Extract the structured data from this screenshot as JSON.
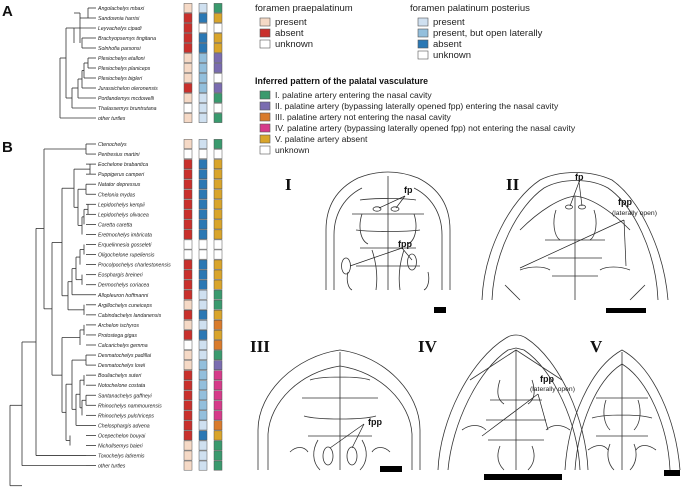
{
  "panels": {
    "a": "A",
    "b": "B"
  },
  "colors": {
    "present": "#f5d9c6",
    "absent": "#c9302c",
    "unknown": "#ffffff",
    "fpp_present": "#cfe0f0",
    "fpp_open": "#93bfdc",
    "fpp_absent": "#2b78b4",
    "v1": "#3a9a6e",
    "v2": "#7a6cb0",
    "v3": "#d97b2b",
    "v4": "#d63a8a",
    "v5": "#d9a52b"
  },
  "legend": {
    "fpa_title": "foramen praepalatinum",
    "fpa_items": [
      {
        "label": "present",
        "color": "present"
      },
      {
        "label": "absent",
        "color": "absent"
      },
      {
        "label": "unknown",
        "color": "unknown"
      }
    ],
    "fpp_title": "foramen palatinum posterius",
    "fpp_items": [
      {
        "label": "present",
        "color": "fpp_present"
      },
      {
        "label": "present, but open laterally",
        "color": "fpp_open"
      },
      {
        "label": "absent",
        "color": "fpp_absent"
      },
      {
        "label": "unknown",
        "color": "unknown"
      }
    ],
    "vasc_title": "Inferred pattern of the palatal vasculature",
    "vasc_items": [
      {
        "label": "I. palatine artery entering the nasal cavity",
        "color": "v1"
      },
      {
        "label": "II. palatine artery (bypassing laterally opened fpp) entering the nasal cavity",
        "color": "v2"
      },
      {
        "label": "III. palatine artery not entering the nasal cavity",
        "color": "v3"
      },
      {
        "label": "IV. palatine artery (bypassing laterally opened fpp) not entering the nasal cavity",
        "color": "v4"
      },
      {
        "label": "V. palatine artery absent",
        "color": "v5"
      },
      {
        "label": "unknown",
        "color": "unknown"
      }
    ]
  },
  "taxa_a": [
    {
      "name": "Angolachelys mbaxi",
      "c": [
        "present",
        "fpp_present",
        "v1"
      ]
    },
    {
      "name": "Sandownia harrisi",
      "c": [
        "absent",
        "fpp_absent",
        "v5"
      ]
    },
    {
      "name": "Leyvachelys cipadi",
      "c": [
        "absent",
        "unknown",
        "unknown"
      ]
    },
    {
      "name": "Brachyopsemys tingitana",
      "c": [
        "absent",
        "fpp_absent",
        "v5"
      ]
    },
    {
      "name": "Solnhofia parsonsi",
      "c": [
        "absent",
        "fpp_absent",
        "v5"
      ]
    },
    {
      "name": "Plesiochelys etalloni",
      "c": [
        "present",
        "fpp_open",
        "v2"
      ]
    },
    {
      "name": "Plesiochelys planiceps",
      "c": [
        "present",
        "fpp_open",
        "v2"
      ]
    },
    {
      "name": "Plesiochelys bigleri",
      "c": [
        "present",
        "fpp_open",
        "unknown"
      ]
    },
    {
      "name": "Jurassichelon oleronensis",
      "c": [
        "absent",
        "fpp_open",
        "v2"
      ]
    },
    {
      "name": "Portlandemys mcdowelli",
      "c": [
        "present",
        "fpp_present",
        "v1"
      ]
    },
    {
      "name": "Thalassemys bruntrutana",
      "c": [
        "unknown",
        "fpp_present",
        "unknown"
      ]
    },
    {
      "name": "other turtles",
      "c": [
        "present",
        "fpp_present",
        "v1"
      ]
    }
  ],
  "taxa_b": [
    {
      "name": "Ctenochelys",
      "c": [
        "present",
        "fpp_present",
        "v1"
      ]
    },
    {
      "name": "Peritresius martini",
      "c": [
        "unknown",
        "unknown",
        "unknown"
      ]
    },
    {
      "name": "Eochelone brabantica",
      "c": [
        "absent",
        "fpp_absent",
        "v5"
      ]
    },
    {
      "name": "Puppigerus camperi",
      "c": [
        "absent",
        "fpp_absent",
        "v5"
      ]
    },
    {
      "name": "Natator depressus",
      "c": [
        "absent",
        "fpp_absent",
        "v5"
      ]
    },
    {
      "name": "Chelonia mydas",
      "c": [
        "absent",
        "fpp_absent",
        "v5"
      ]
    },
    {
      "name": "Lepidochelys kempii",
      "c": [
        "absent",
        "fpp_absent",
        "v5"
      ]
    },
    {
      "name": "Lepidochelys olivacea",
      "c": [
        "absent",
        "fpp_absent",
        "v5"
      ]
    },
    {
      "name": "Caretta caretta",
      "c": [
        "absent",
        "fpp_absent",
        "v5"
      ]
    },
    {
      "name": "Eretmochelys imbricata",
      "c": [
        "absent",
        "fpp_absent",
        "v5"
      ]
    },
    {
      "name": "Erquelinnesia gosseleti",
      "c": [
        "unknown",
        "unknown",
        "unknown"
      ]
    },
    {
      "name": "Oligochelone rupeliensis",
      "c": [
        "unknown",
        "unknown",
        "unknown"
      ]
    },
    {
      "name": "Procolpochelys charlestonensis",
      "c": [
        "absent",
        "fpp_absent",
        "v5"
      ]
    },
    {
      "name": "Eosphargis breineri",
      "c": [
        "absent",
        "fpp_absent",
        "v5"
      ]
    },
    {
      "name": "Dermochelys coriacea",
      "c": [
        "absent",
        "fpp_absent",
        "v5"
      ]
    },
    {
      "name": "Allopleuron hoffmanni",
      "c": [
        "absent",
        "fpp_present",
        "v1"
      ]
    },
    {
      "name": "Argillochelys cuneiceps",
      "c": [
        "present",
        "fpp_present",
        "v1"
      ]
    },
    {
      "name": "Cabindachelys landanensis",
      "c": [
        "absent",
        "fpp_absent",
        "v5"
      ]
    },
    {
      "name": "Archelon ischyros",
      "c": [
        "present",
        "fpp_present",
        "v3"
      ]
    },
    {
      "name": "Protostega gigas",
      "c": [
        "absent",
        "fpp_absent",
        "v5"
      ]
    },
    {
      "name": "Calcarichelys gemma",
      "c": [
        "unknown",
        "fpp_present",
        "v3"
      ]
    },
    {
      "name": "Desmatochelys padillai",
      "c": [
        "present",
        "fpp_present",
        "v1"
      ]
    },
    {
      "name": "Desmatochelys lowii",
      "c": [
        "present",
        "fpp_open",
        "v2"
      ]
    },
    {
      "name": "Bouliachelys suteri",
      "c": [
        "absent",
        "fpp_open",
        "v4"
      ]
    },
    {
      "name": "Notochelone costata",
      "c": [
        "absent",
        "fpp_open",
        "v4"
      ]
    },
    {
      "name": "Santanachelys gaffneyi",
      "c": [
        "absent",
        "fpp_open",
        "v4"
      ]
    },
    {
      "name": "Rhinochelys nammourensis",
      "c": [
        "absent",
        "fpp_open",
        "v4"
      ]
    },
    {
      "name": "Rhinochelys pulchriceps",
      "c": [
        "absent",
        "fpp_open",
        "v4"
      ]
    },
    {
      "name": "Chelosphargis advena",
      "c": [
        "absent",
        "fpp_present",
        "v3"
      ]
    },
    {
      "name": "Ocepechelon bouyai",
      "c": [
        "absent",
        "fpp_absent",
        "v5"
      ]
    },
    {
      "name": "Nichollsemys baieri",
      "c": [
        "present",
        "fpp_present",
        "v1"
      ]
    },
    {
      "name": "Toxochelys latiremis",
      "c": [
        "present",
        "fpp_present",
        "v1"
      ]
    },
    {
      "name": "other turtles",
      "c": [
        "present",
        "fpp_present",
        "v1"
      ]
    }
  ],
  "skulls": {
    "s1": {
      "numeral": "I",
      "fp": "fp",
      "fpp": "fpp"
    },
    "s2": {
      "numeral": "II",
      "fp": "fp",
      "fpp": "fpp",
      "fpp_note": "(laterally open)"
    },
    "s3": {
      "numeral": "III",
      "fpp": "fpp"
    },
    "s4": {
      "numeral": "IV",
      "fpp": "fpp",
      "fpp_note": "(laterally open)"
    },
    "s5": {
      "numeral": "V"
    }
  }
}
